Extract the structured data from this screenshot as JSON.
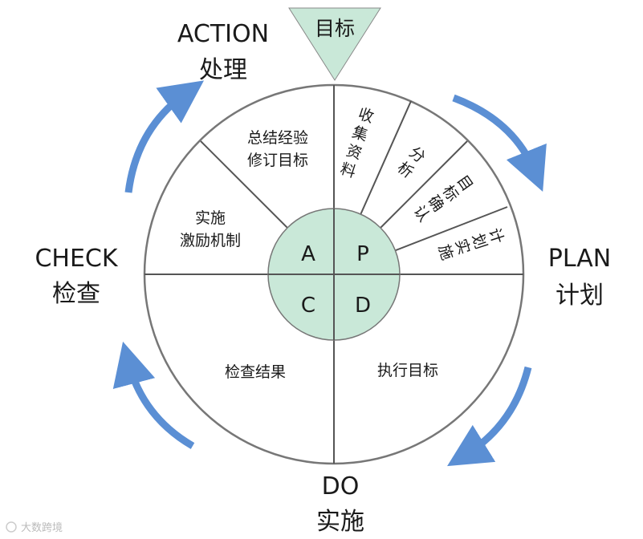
{
  "colors": {
    "accent_green": "#c9e8d8",
    "arrow_blue": "#5b8fd4",
    "line": "#555555"
  },
  "goal": {
    "label": "目标"
  },
  "phases": {
    "action": {
      "en": "ACTION",
      "zh": "处理"
    },
    "plan": {
      "en": "PLAN",
      "zh": "计划"
    },
    "do": {
      "en": "DO",
      "zh": "实施"
    },
    "check": {
      "en": "CHECK",
      "zh": "检查"
    }
  },
  "core": {
    "a": "A",
    "p": "P",
    "c": "C",
    "d": "D"
  },
  "sectors": {
    "summary": {
      "line1": "总结经验",
      "line2": "修订目标"
    },
    "incentive": {
      "line1": "实施",
      "line2": "激励机制"
    },
    "collect": [
      "收",
      "集",
      "资",
      "料"
    ],
    "analyze": [
      "分",
      "析"
    ],
    "confirm": [
      "目",
      "标",
      "确",
      "认"
    ],
    "implement": [
      "计",
      "划",
      "实",
      "施"
    ],
    "execute": "执行目标",
    "checkresult": "检查结果"
  },
  "watermark": "大数跨境"
}
